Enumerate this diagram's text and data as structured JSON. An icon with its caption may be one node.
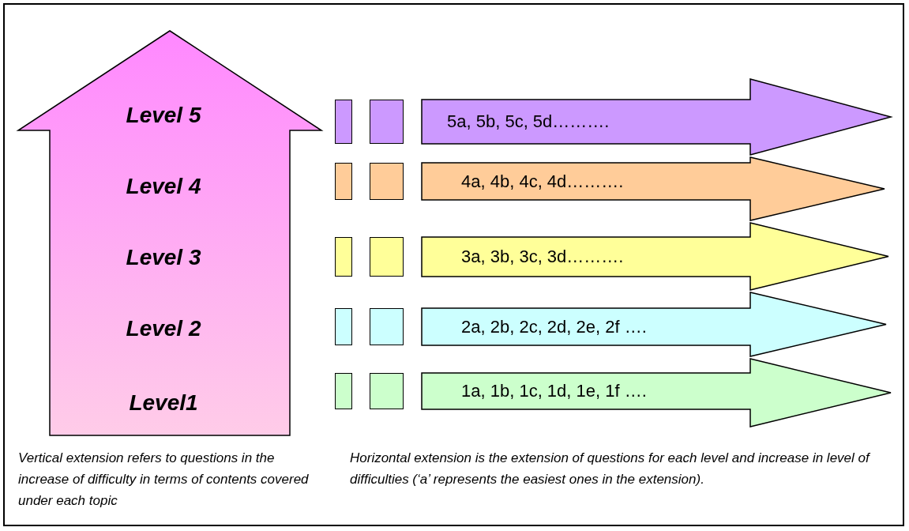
{
  "diagram": {
    "nodes": [
      {
        "text": [
          "Level 5",
          "Level 4",
          "Level 3",
          "Level 2",
          "Level1"
        ]
      },
      {
        "text": [],
        "shape": "box"
      },
      {
        "text": [],
        "shape": "box"
      },
      {
        "text": [
          "5a, 5b, 5c, 5d………."
        ]
      },
      {
        "text": [],
        "shape": "box"
      },
      {
        "text": [],
        "shape": "box"
      },
      {
        "text": [
          "4a, 4b, 4c, 4d………."
        ]
      },
      {
        "text": [],
        "shape": "box"
      },
      {
        "text": [],
        "shape": "box"
      },
      {
        "text": [
          "3a, 3b, 3c, 3d………."
        ]
      },
      {
        "text": [],
        "shape": "box"
      },
      {
        "text": [],
        "shape": "box"
      },
      {
        "text": [
          "2a, 2b, 2c, 2d, 2e, 2f …."
        ]
      },
      {
        "text": [],
        "shape": "box"
      },
      {
        "text": [],
        "shape": "box"
      },
      {
        "text": [
          "1a, 1b, 1c, 1d, 1e, 1f …."
        ]
      }
    ],
    "labels": [
      "Vertical extension refers to questions in the increase of difficulty in terms of contents covered under each topic",
      "Horizontal extension is the extension of questions for each level and increase in level of difficulties (‘a’ represents the easiest ones in the extension)."
    ]
  }
}
